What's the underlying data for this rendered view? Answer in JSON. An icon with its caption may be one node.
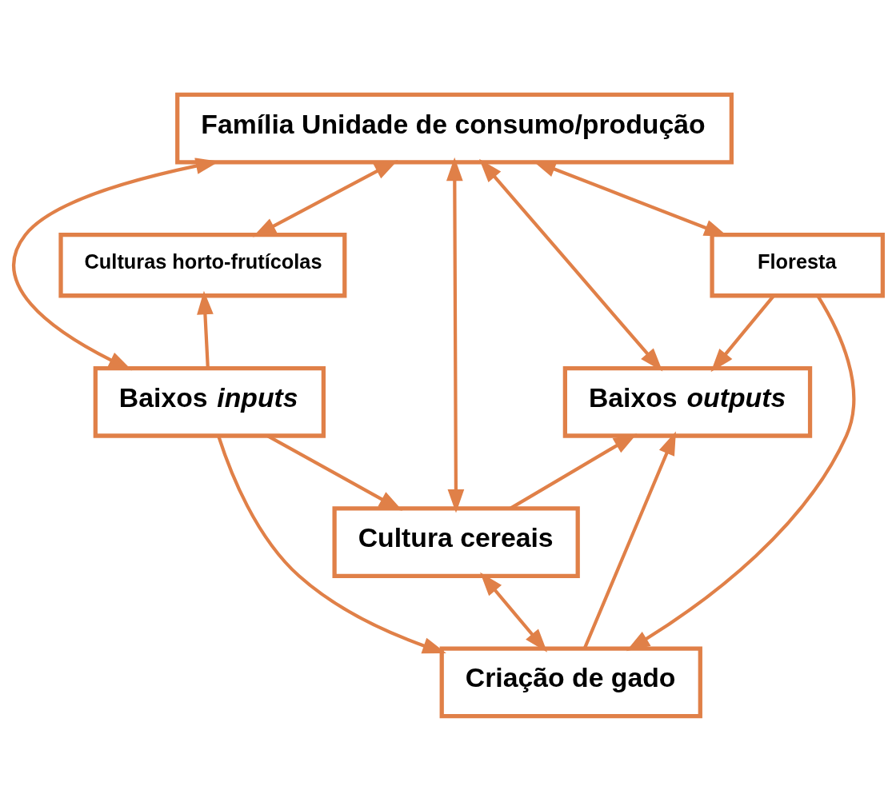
{
  "diagram": {
    "nodes": [
      {
        "text": [
          "Família Unidade de consumo/produção"
        ]
      },
      {
        "text": [
          "Culturas horto-frutícolas"
        ]
      },
      {
        "text": [
          "Floresta"
        ]
      },
      {
        "text": [
          "Cultura cereais"
        ]
      },
      {
        "text": [
          "Baixos *inputs*"
        ]
      },
      {
        "text": [
          "Baixos *outputs*"
        ]
      },
      {
        "text": [
          "Criação de gado"
        ]
      }
    ],
    "edges": [
      {
        "from": 4,
        "to": 0,
        "arrow": "both"
      },
      {
        "from": 0,
        "to": 1,
        "arrow": "both"
      },
      {
        "from": 0,
        "to": 3,
        "arrow": "both"
      },
      {
        "from": 0,
        "to": 2,
        "arrow": "both"
      },
      {
        "from": 5,
        "to": 0,
        "arrow": "both"
      },
      {
        "from": 4,
        "to": 1,
        "arrow": "to"
      },
      {
        "from": 4,
        "to": 3,
        "arrow": "to"
      },
      {
        "from": 4,
        "to": 6,
        "arrow": "to"
      },
      {
        "from": 3,
        "to": 5,
        "arrow": "to"
      },
      {
        "from": 2,
        "to": 5,
        "arrow": "to"
      },
      {
        "from": 2,
        "to": 6,
        "arrow": "to"
      },
      {
        "from": 3,
        "to": 6,
        "arrow": "both"
      },
      {
        "from": 6,
        "to": 5,
        "arrow": "to"
      }
    ]
  }
}
